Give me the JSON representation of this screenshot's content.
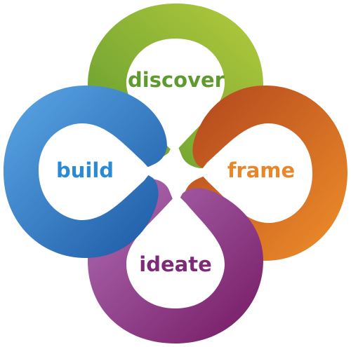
{
  "diagram": {
    "petals": [
      {
        "id": "discover",
        "label": "discover",
        "color_light": "#a9c63a",
        "color_dark": "#5f9a2f",
        "text_color": "#5e9a2e"
      },
      {
        "id": "frame",
        "label": "frame",
        "color_light": "#ee8a2a",
        "color_dark": "#b8461c",
        "text_color": "#e8862a"
      },
      {
        "id": "ideate",
        "label": "ideate",
        "color_light": "#a15dab",
        "color_dark": "#7a1a63",
        "text_color": "#7d2a78"
      },
      {
        "id": "build",
        "label": "build",
        "color_light": "#4e9fe0",
        "color_dark": "#1d5ca8",
        "text_color": "#2b8ad6"
      }
    ]
  }
}
